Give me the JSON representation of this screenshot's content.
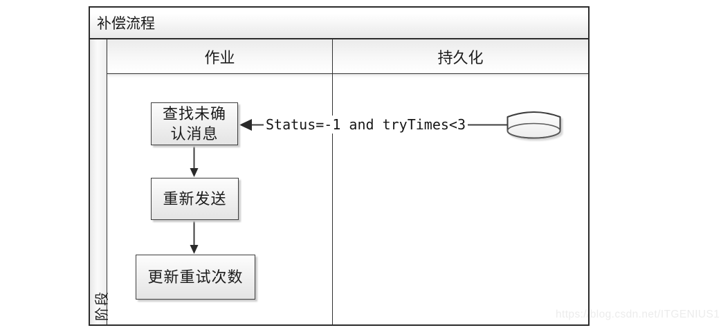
{
  "diagram": {
    "title": "补偿流程",
    "phase_label": "阶段",
    "lanes": [
      {
        "label": "作业"
      },
      {
        "label": "持久化"
      }
    ],
    "nodes": {
      "find": {
        "line1": "查找未确",
        "line2": "认消息"
      },
      "resend": {
        "label": "重新发送"
      },
      "update": {
        "label": "更新重试次数"
      }
    },
    "connector": {
      "label": "Status=-1 and tryTimes<3"
    },
    "datastore": {
      "shape": "database-cylinder"
    },
    "colors": {
      "line": "#3d3d3d",
      "border": "#2a2a2a",
      "box_fill_top": "#fdfdfd",
      "box_fill_bottom": "#e4e4e4",
      "band_gray": "#e9e9e9",
      "shadow": "#cccccc",
      "watermark": "#ececec"
    }
  },
  "watermark": {
    "text": "https://blog.csdn.net/ITGENIUS1"
  }
}
